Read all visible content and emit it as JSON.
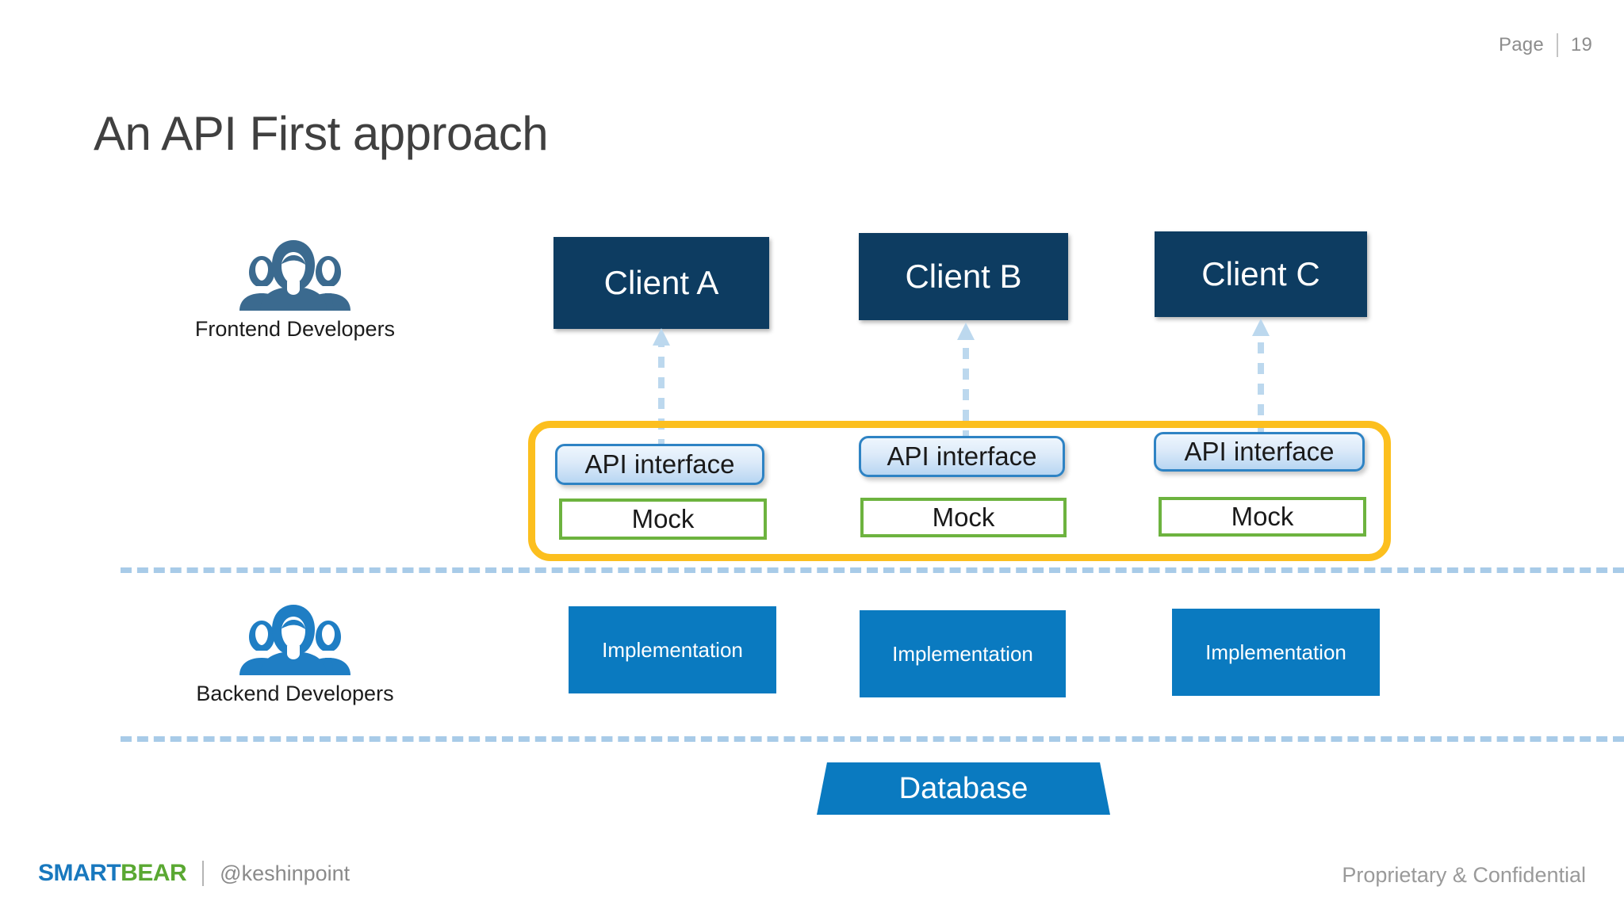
{
  "header": {
    "page_label": "Page",
    "page_number": "19"
  },
  "title": "An API First approach",
  "groups": {
    "frontend": {
      "label": "Frontend Developers",
      "icon": "people-group-icon",
      "icon_color": "#3b6a8f"
    },
    "backend": {
      "label": "Backend Developers",
      "icon": "people-group-icon",
      "icon_color": "#1f7ec4"
    }
  },
  "clients": [
    {
      "label": "Client A"
    },
    {
      "label": "Client B"
    },
    {
      "label": "Client C"
    }
  ],
  "api_interfaces": [
    {
      "label": "API interface"
    },
    {
      "label": "API interface"
    },
    {
      "label": "API interface"
    }
  ],
  "mocks": [
    {
      "label": "Mock"
    },
    {
      "label": "Mock"
    },
    {
      "label": "Mock"
    }
  ],
  "implementations": [
    {
      "label": "Implementation"
    },
    {
      "label": "Implementation"
    },
    {
      "label": "Implementation"
    }
  ],
  "database": {
    "label": "Database"
  },
  "footer": {
    "logo_part1": "SMART",
    "logo_part2": "BEAR",
    "handle": "@keshinpoint",
    "confidentiality": "Proprietary & Confidential"
  },
  "colors": {
    "client_box": "#0d3c61",
    "api_border": "#2e83c4",
    "mock_border": "#6db33f",
    "highlight_border": "#fcbf1e",
    "implementation": "#0a7ac0",
    "database": "#0a7ac0",
    "separator": "#a8cbe8",
    "arrow": "#bcd8ee",
    "title_text": "#404040",
    "logo_blue": "#1878be",
    "logo_green": "#5aa832"
  }
}
